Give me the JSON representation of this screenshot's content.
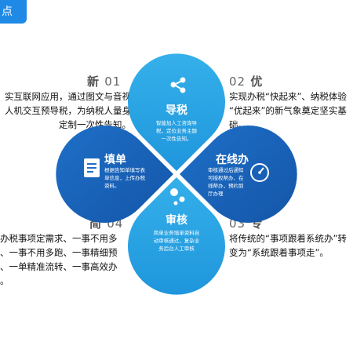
{
  "header": {
    "tab_label": "点"
  },
  "features": {
    "new": {
      "title": "新",
      "num": "01",
      "lines": [
        "实互联网应用，通过图文与音视",
        "人机交互预导税，为纳税人量身",
        "定制一次性告知。"
      ]
    },
    "excellent": {
      "title": "优",
      "num": "02",
      "lines": [
        "实现办税“快起来”、纳税体验",
        "“优起来”的新气象奠定坚实基",
        "础。"
      ]
    },
    "special": {
      "title": "专",
      "num": "03",
      "lines": [
        "将传统的“事项跟着系统办”转",
        "变为“系统跟着事项走”。"
      ]
    },
    "simple": {
      "title": "简",
      "num": "04",
      "lines": [
        "办税事项定需求、一事不用多",
        "、一事不用多跑、一事精细预",
        "、一单精准流转、一事高效办",
        "。"
      ]
    }
  },
  "petals": {
    "top": {
      "title": "导税",
      "lines": [
        "智能加人工咨询导",
        "税，定位业务主题",
        "一次性告知。"
      ],
      "icon": "share-icon"
    },
    "left": {
      "title": "填单",
      "lines": [
        "根据告知单填写表",
        "单信息，上传办税",
        "资料。"
      ],
      "icon": "form-icon"
    },
    "right": {
      "title": "在线办",
      "lines": [
        "审核通过后通知",
        "可授权帮办、在",
        "线帮办，预约到",
        "厅办理"
      ],
      "icon": "gauge-icon"
    },
    "bottom": {
      "title": "审核",
      "lines": [
        "简单业务填单资料自",
        "动审核通过，复杂业",
        "务后台人工审核"
      ],
      "icon": "gear-flow-icon"
    }
  },
  "colors": {
    "accent": "#1f8ae6",
    "petal_light": "#29a3e4",
    "petal_dark": "#1456a8",
    "dark_gradient_start": "#1e6fc8"
  }
}
